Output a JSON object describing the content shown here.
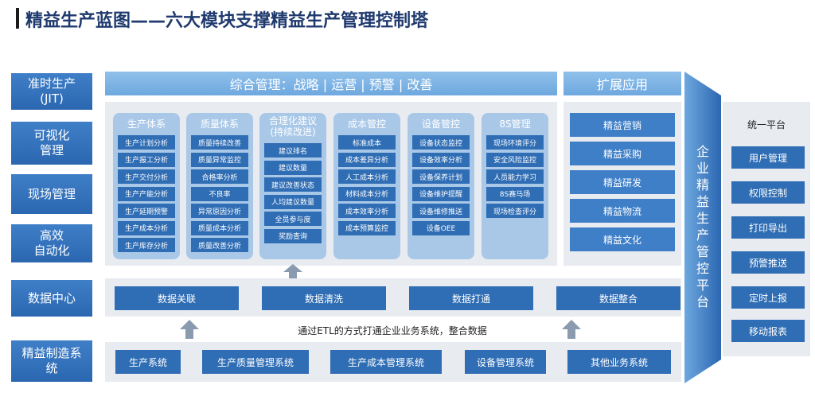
{
  "title": "精益生产蓝图——六大模块支撑精益生产管理控制塔",
  "left_labels": [
    "准时生产\n(JIT)",
    "可视化\n管理",
    "现场管理",
    "高效\n自动化",
    "数据中心",
    "精益制造系\n统"
  ],
  "top_banner": "综合管理：战略 | 运营 | 预警 | 改善",
  "extension_title": "扩展应用",
  "modules": [
    {
      "title": "生产体系",
      "items": [
        "生产计划分析",
        "生产报工分析",
        "生产交付分析",
        "生产产能分析",
        "生产延期预警",
        "生产成本分析",
        "生产库存分析"
      ]
    },
    {
      "title": "质量体系",
      "items": [
        "质量持续改善",
        "质量异常监控",
        "合格率分析",
        "不良率",
        "异常原因分析",
        "质量成本分析",
        "质量改善分析"
      ]
    },
    {
      "title": "合理化建议\n(持续改进)",
      "items": [
        "建议排名",
        "建议数量",
        "建议改善状态",
        "人均建议数量",
        "全员参与度",
        "奖励查询"
      ]
    },
    {
      "title": "成本管控",
      "items": [
        "标准成本",
        "成本差异分析",
        "人工成本分析",
        "材料成本分析",
        "成本效率分析",
        "成本预算监控"
      ]
    },
    {
      "title": "设备管控",
      "items": [
        "设备状态监控",
        "设备效率分析",
        "设备保养计划",
        "设备维护提醒",
        "设备维修推送",
        "设备OEE"
      ]
    },
    {
      "title": "8S管理",
      "items": [
        "现场环境评分",
        "安全风险监控",
        "人员能力学习",
        "8S赛马场",
        "现场检查评分"
      ]
    }
  ],
  "extensions": [
    "精益营销",
    "精益采购",
    "精益研发",
    "精益物流",
    "精益文化"
  ],
  "data_center": [
    "数据关联",
    "数据清洗",
    "数据打通",
    "数据整合"
  ],
  "etl_text": "通过ETL的方式打通企业业务系统，整合数据",
  "systems": [
    "生产系统",
    "生产质量管理系统",
    "生产成本管理系统",
    "设备管理系统",
    "其他业务系统"
  ],
  "tower": "企业精益生产管控平台",
  "unified_platform": {
    "title": "统一平台",
    "items": [
      "用户管理",
      "权限控制",
      "打印导出",
      "预警推送",
      "定时上报",
      "移动报表"
    ]
  },
  "colors": {
    "dark_blue": "#2f6db4",
    "mid_blue": "#3f7fc8",
    "light_blue": "#a9c8e8",
    "panel": "#e8ebf0"
  }
}
